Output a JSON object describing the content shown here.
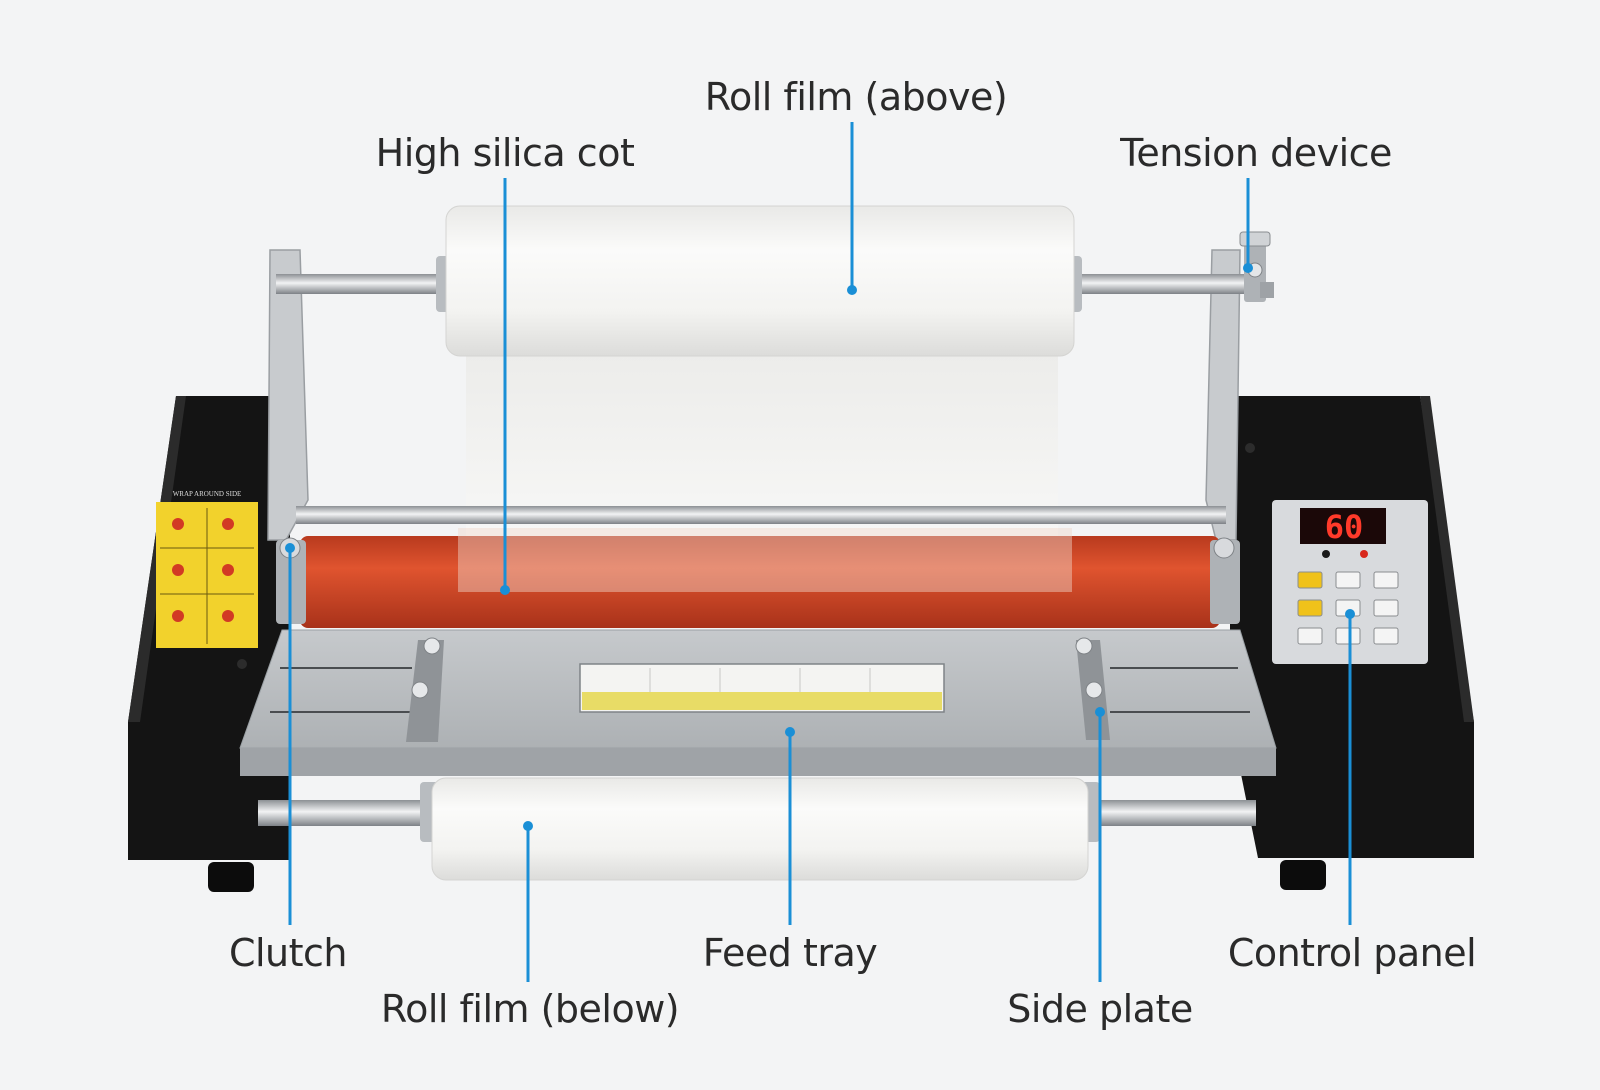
{
  "labels": {
    "roll_film_above": "Roll film (above)",
    "high_silica_cot": "High silica cot",
    "tension_device": "Tension device",
    "clutch": "Clutch",
    "roll_film_below": "Roll film (below)",
    "feed_tray": "Feed tray",
    "side_plate": "Side plate",
    "control_panel": "Control panel"
  },
  "machine": {
    "display_value": "60",
    "left_sticker_title": "WRAP AROUND SIDE"
  },
  "colors": {
    "background": "#f3f4f5",
    "callout_line": "#1a8fd6",
    "body_black": "#151515",
    "silica_roller": "#d6492a",
    "tray_gray": "#b9bcbf",
    "film_white": "#f4f4f2"
  }
}
